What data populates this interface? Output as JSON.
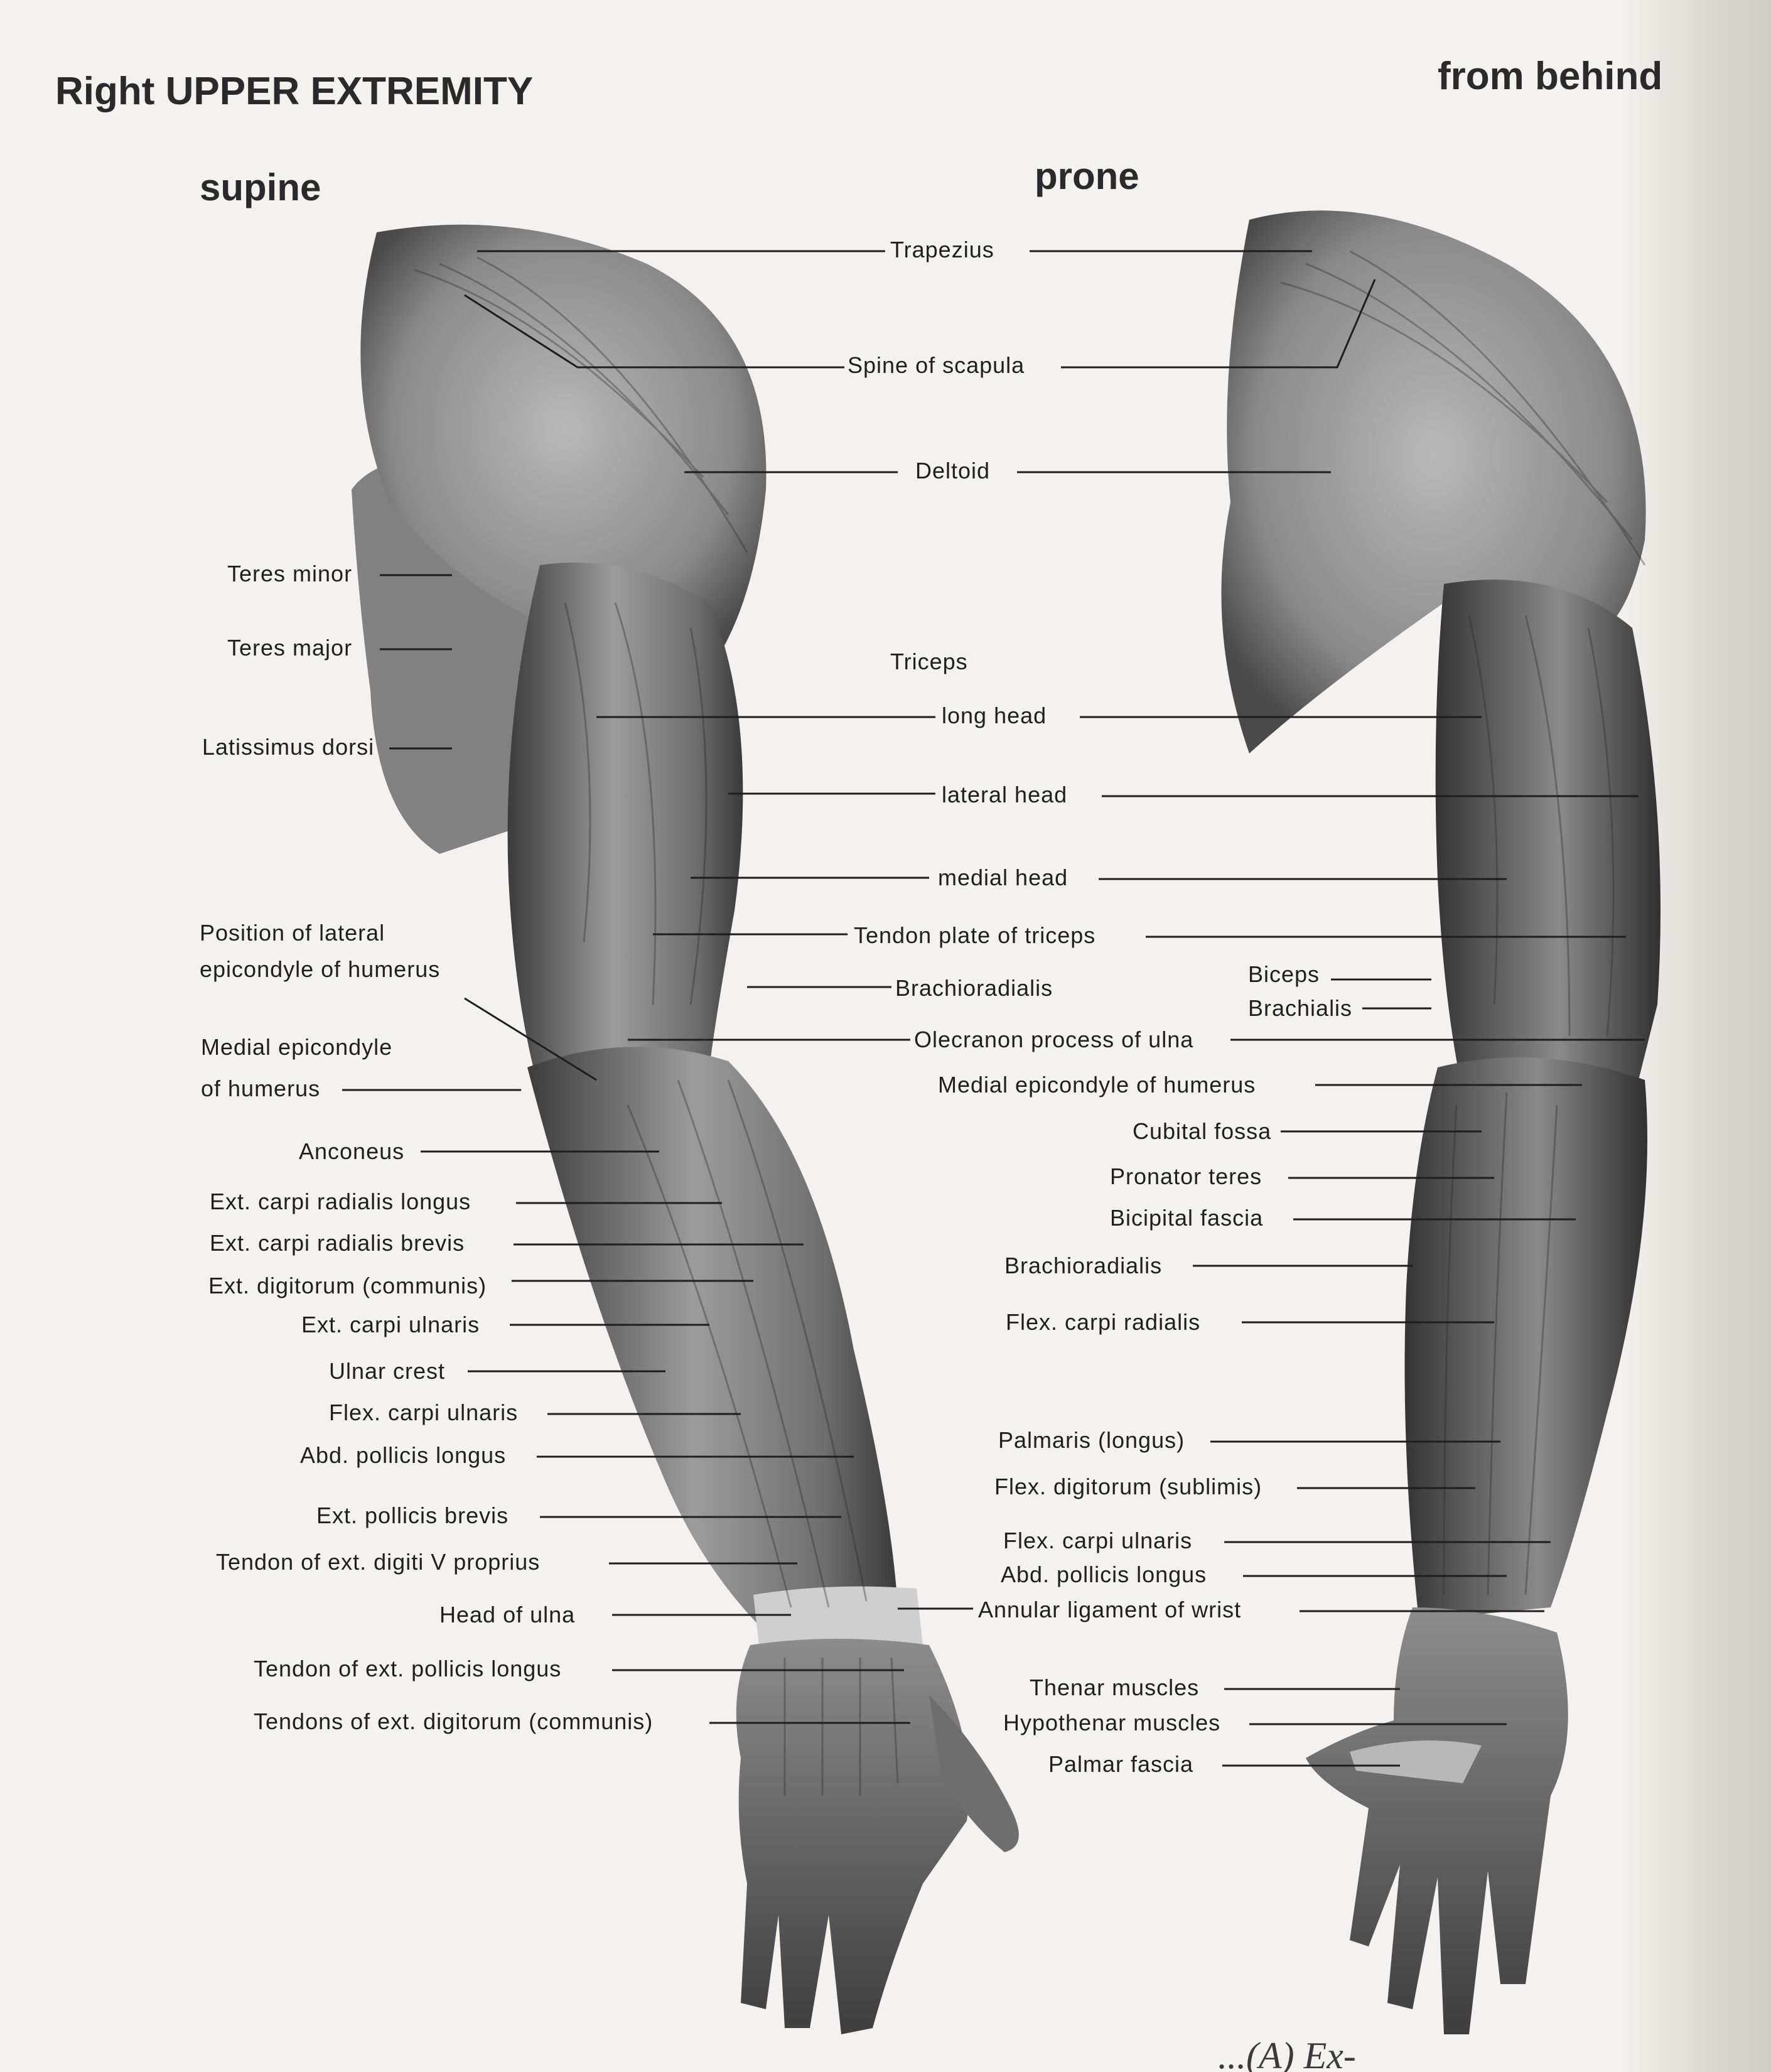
{
  "header": {
    "title": "Right UPPER EXTREMITY",
    "orientation": "from behind"
  },
  "views": {
    "left": "supine",
    "right": "prone"
  },
  "labels": {
    "trapezius": "Trapezius",
    "spine_of_scapula": "Spine of scapula",
    "deltoid": "Deltoid",
    "teres_minor": "Teres minor",
    "teres_major": "Teres major",
    "latissimus_dorsi": "Latissimus dorsi",
    "triceps": "Triceps",
    "long_head": "long head",
    "lateral_head": "lateral head",
    "medial_head": "medial head",
    "tendon_plate_of_triceps": "Tendon plate of triceps",
    "position_lateral_epicondyle_line1": "Position of lateral",
    "position_lateral_epicondyle_line2": "epicondyle of humerus",
    "brachioradialis_center": "Brachioradialis",
    "biceps": "Biceps",
    "brachialis": "Brachialis",
    "medial_epicondyle_left_line1": "Medial epicondyle",
    "medial_epicondyle_left_line2": "of humerus",
    "olecranon_process": "Olecranon process of ulna",
    "medial_epicondyle_right": "Medial epicondyle of humerus",
    "anconeus": "Anconeus",
    "cubital_fossa": "Cubital fossa",
    "pronator_teres": "Pronator teres",
    "bicipital_fascia": "Bicipital fascia",
    "ext_carpi_radialis_longus": "Ext. carpi radialis longus",
    "ext_carpi_radialis_brevis": "Ext. carpi radialis brevis",
    "ext_digitorum_communis": "Ext. digitorum (communis)",
    "brachioradialis_right": "Brachioradialis",
    "ext_carpi_ulnaris": "Ext. carpi ulnaris",
    "flex_carpi_radialis": "Flex. carpi radialis",
    "ulnar_crest": "Ulnar crest",
    "flex_carpi_ulnaris_left": "Flex. carpi ulnaris",
    "palmaris_longus": "Palmaris (longus)",
    "abd_pollicis_longus_left": "Abd. pollicis longus",
    "flex_digitorum_sublimis": "Flex. digitorum (sublimis)",
    "ext_pollicis_brevis": "Ext. pollicis brevis",
    "flex_carpi_ulnaris_right": "Flex. carpi ulnaris",
    "tendon_ext_digiti_v": "Tendon of ext. digiti V proprius",
    "abd_pollicis_longus_right": "Abd. pollicis longus",
    "head_of_ulna": "Head of ulna",
    "annular_ligament": "Annular ligament of wrist",
    "tendon_ext_pollicis_longus": "Tendon of ext. pollicis longus",
    "thenar_muscles": "Thenar muscles",
    "tendons_ext_digitorum": "Tendons of ext. digitorum (communis)",
    "hypothenar_muscles": "Hypothenar muscles",
    "palmar_fascia": "Palmar fascia"
  },
  "caption_fragment": "...(A) Ex-"
}
